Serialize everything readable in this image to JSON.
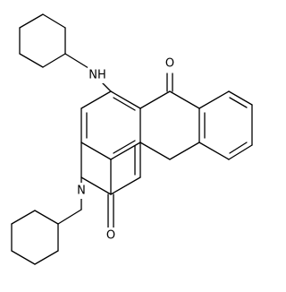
{
  "molecule": {
    "atoms": {
      "amine": "NH",
      "ketone_oxygen": "O",
      "ring_nitrogen": "N",
      "lactam_oxygen": "O"
    },
    "colors": {
      "bond": "#000000",
      "background": "#ffffff"
    }
  }
}
